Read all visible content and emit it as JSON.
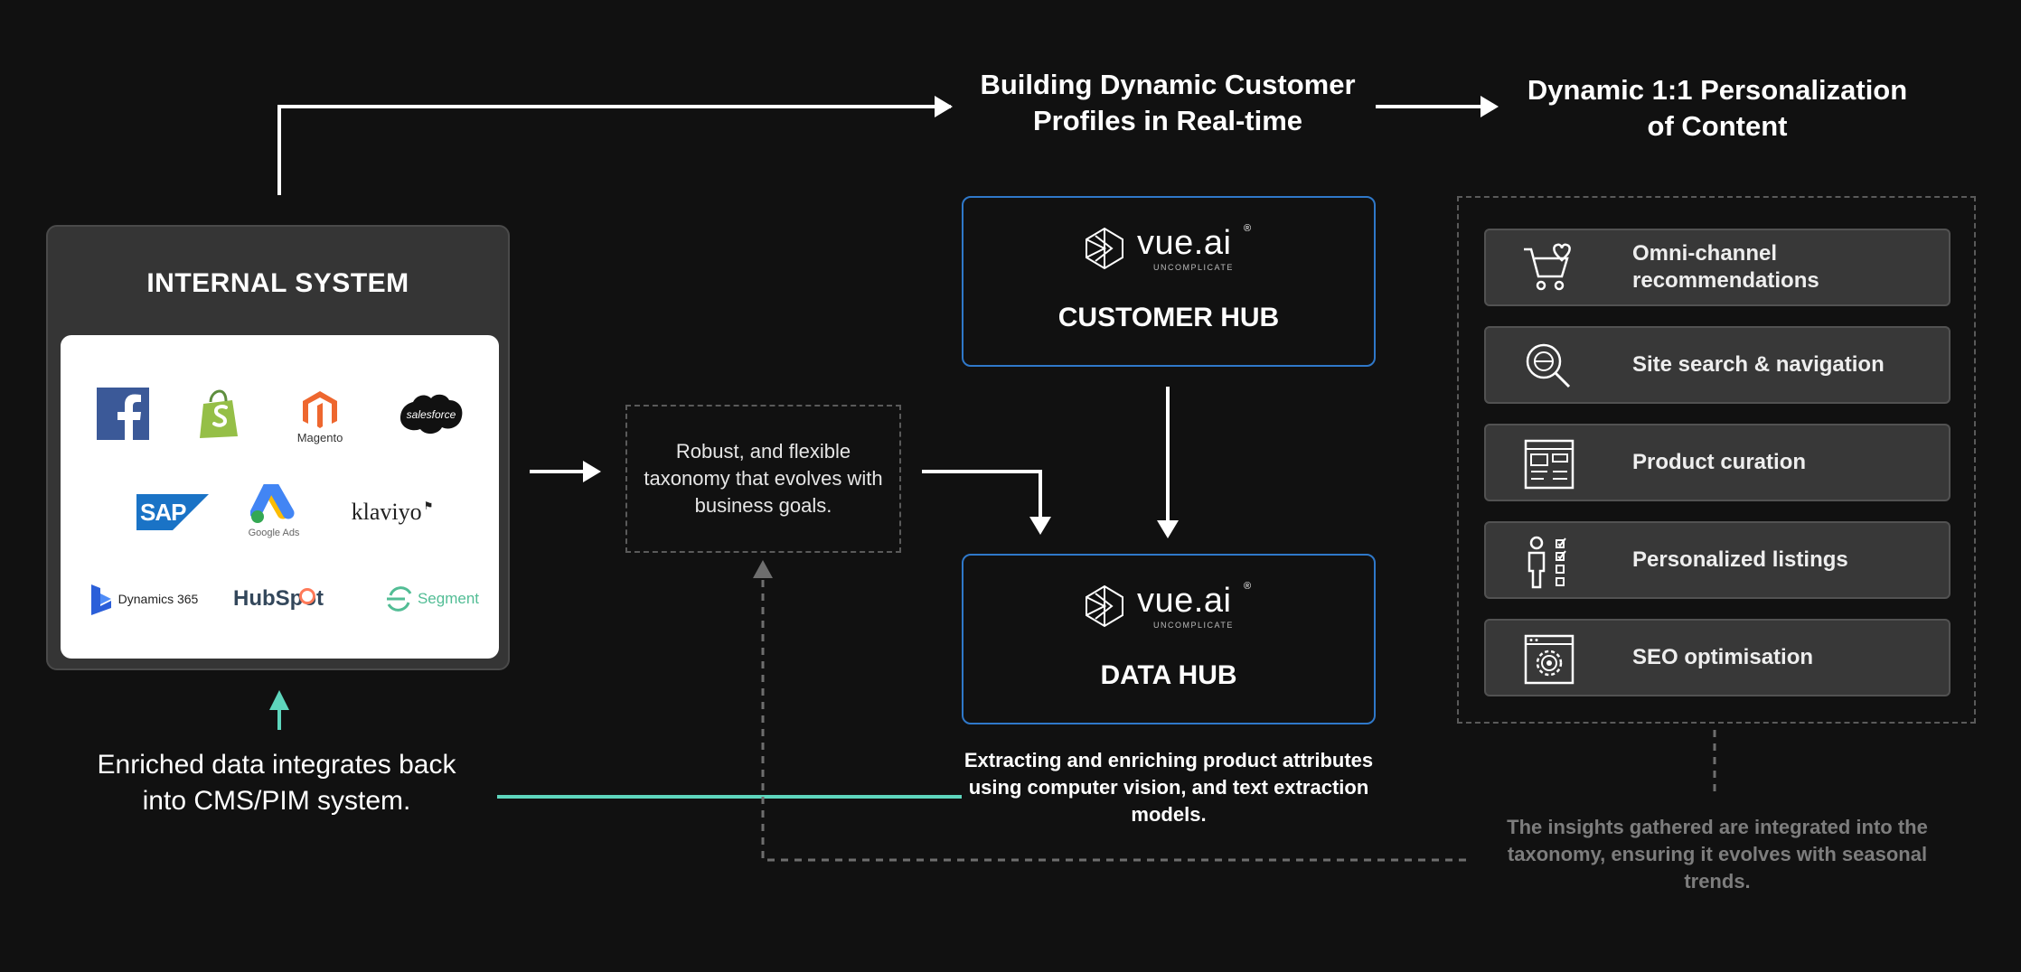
{
  "headings": {
    "profiles": "Building Dynamic Customer Profiles in Real-time",
    "personalization": "Dynamic 1:1 Personalization of Content"
  },
  "internal_system": {
    "title": "INTERNAL SYSTEM",
    "logos": [
      "Magento",
      "salesforce",
      "SAP",
      "Google Ads",
      "klaviyo",
      "Dynamics 365",
      "HubSpot",
      "Segment"
    ]
  },
  "taxonomy_box": {
    "text": "Robust, and flexible taxonomy that evolves with business goals."
  },
  "vue_logo": {
    "wordmark": "vue.ai",
    "registered": "®",
    "tagline": "UNCOMPLICATE"
  },
  "customer_hub": {
    "title": "CUSTOMER HUB"
  },
  "data_hub": {
    "title": "DATA HUB"
  },
  "personalization_items": [
    {
      "label": "Omni-channel recommendations",
      "icon": "cart-heart-icon"
    },
    {
      "label": "Site search & navigation",
      "icon": "search-icon"
    },
    {
      "label": "Product curation",
      "icon": "curation-icon"
    },
    {
      "label": "Personalized listings",
      "icon": "person-checklist-icon"
    },
    {
      "label": "SEO optimisation",
      "icon": "seo-gear-icon"
    }
  ],
  "captions": {
    "data_hub": "Extracting  and enriching product attributes using computer vision, and  text extraction models.",
    "enriched": "Enriched data integrates back into CMS/PIM system.",
    "insights": "The insights gathered are integrated into the taxonomy, ensuring it evolves with seasonal trends."
  },
  "colors": {
    "background": "#111111",
    "accent_teal": "#5ed6bd",
    "hub_border": "#2f78c9",
    "dashed": "#6e6e6e"
  }
}
